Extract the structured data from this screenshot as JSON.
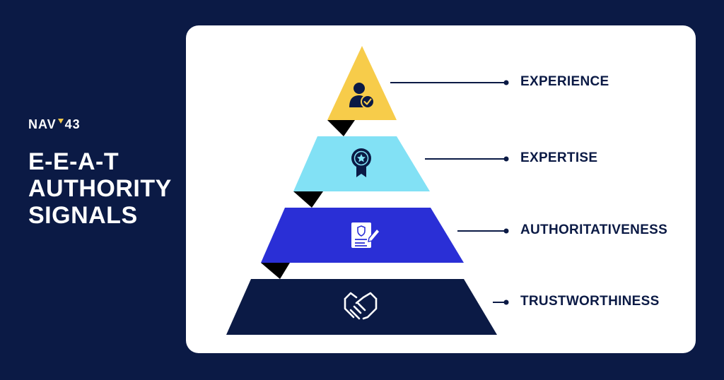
{
  "brand": {
    "part1": "NAV",
    "part2": "43",
    "accent_color": "#f2c94c"
  },
  "headline": {
    "line1": "E-E-A-T",
    "line2": "AUTHORITY",
    "line3": "SIGNALS"
  },
  "colors": {
    "background": "#0b1a45",
    "card": "#ffffff",
    "tier1": "#f7cc4a",
    "tier2": "#82e1f5",
    "tier3": "#2a2fd6",
    "tier4": "#0b1a45",
    "connector": "#0b1a45",
    "shadow": "#000000"
  },
  "tiers": [
    {
      "label": "EXPERIENCE",
      "icon": "user-check-icon"
    },
    {
      "label": "EXPERTISE",
      "icon": "award-badge-icon"
    },
    {
      "label": "AUTHORITATIVENESS",
      "icon": "certified-document-icon"
    },
    {
      "label": "TRUSTWORTHINESS",
      "icon": "handshake-icon"
    }
  ]
}
